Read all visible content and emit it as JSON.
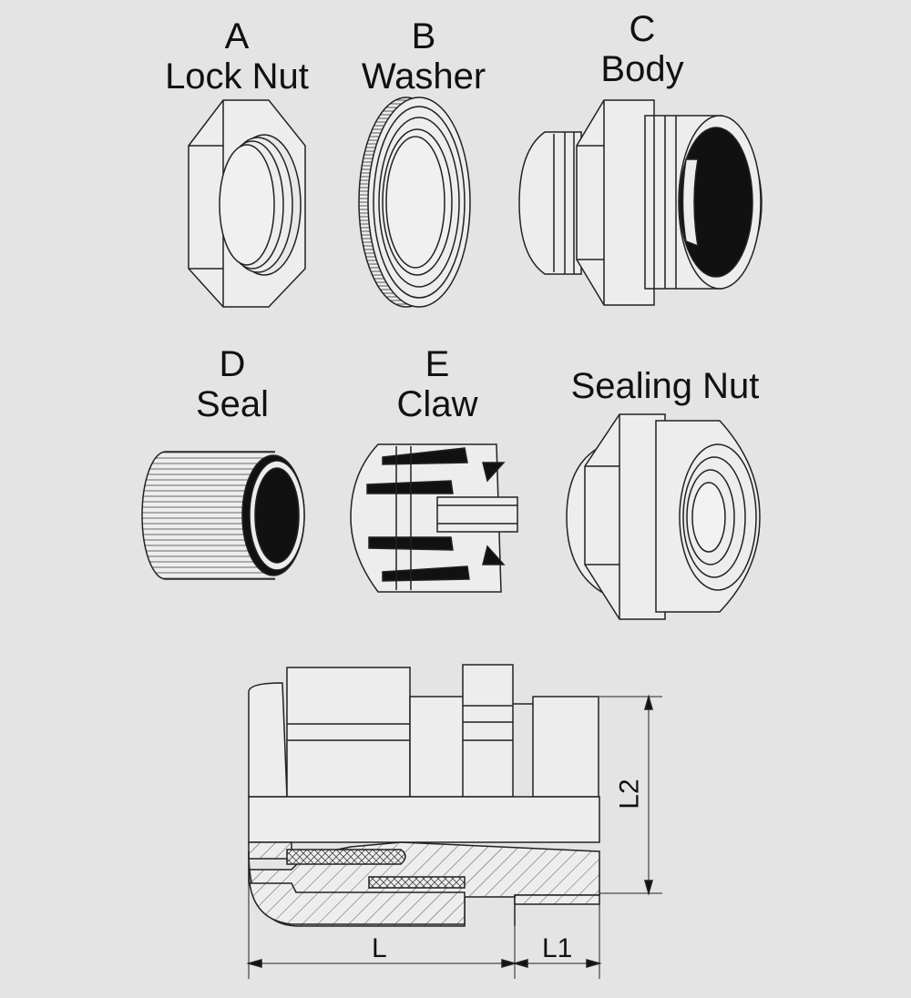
{
  "parts": [
    {
      "letter": "A",
      "name": "Lock Nut"
    },
    {
      "letter": "B",
      "name": "Washer"
    },
    {
      "letter": "C",
      "name": "Body"
    },
    {
      "letter": "D",
      "name": "Seal"
    },
    {
      "letter": "E",
      "name": "Claw"
    },
    {
      "letter": "",
      "name": "Sealing Nut"
    }
  ],
  "dimensions": {
    "L": "L",
    "L1": "L1",
    "L2": "L2"
  }
}
